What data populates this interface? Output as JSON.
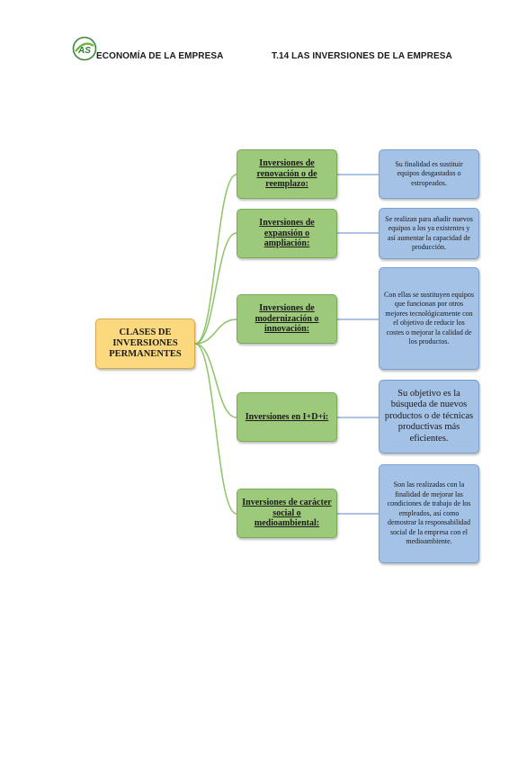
{
  "header": {
    "left_title": "ECONOMÍA DE LA EMPRESA",
    "right_title": "T.14 LAS INVERSIONES DE LA EMPRESA",
    "logo_text": "AS"
  },
  "diagram": {
    "root": "CLASES DE INVERSIONES PERMANENTES",
    "branches": [
      {
        "category": "Inversiones de renovación o de reemplazo:",
        "description": "Su finalidad es sustituir equipos desgastados o estropeados."
      },
      {
        "category": "Inversiones de expansión o ampliación:",
        "description": "Se realizan para añadir nuevos equipos a los ya existentes y así aumentar la capacidad de producción."
      },
      {
        "category": "Inversiones de modernización o innovación:",
        "description": "Con ellas se sustituyen equipos que funcionan por otros mejores tecnológicamente con el objetivo de reducir los costes o mejorar la calidad de los productos."
      },
      {
        "category": "Inversiones en I+D+i:",
        "description": "Su objetivo es la búsqueda de nuevos productos o de técnicas productivas más eficientes."
      },
      {
        "category": "Inversiones de carácter social o medioambiental:",
        "description": "Son las realizadas con la finalidad de mejorar las condiciones de trabajo de los empleados, así como demostrar la responsabilidad social de la empresa con el medioambiente."
      }
    ]
  }
}
